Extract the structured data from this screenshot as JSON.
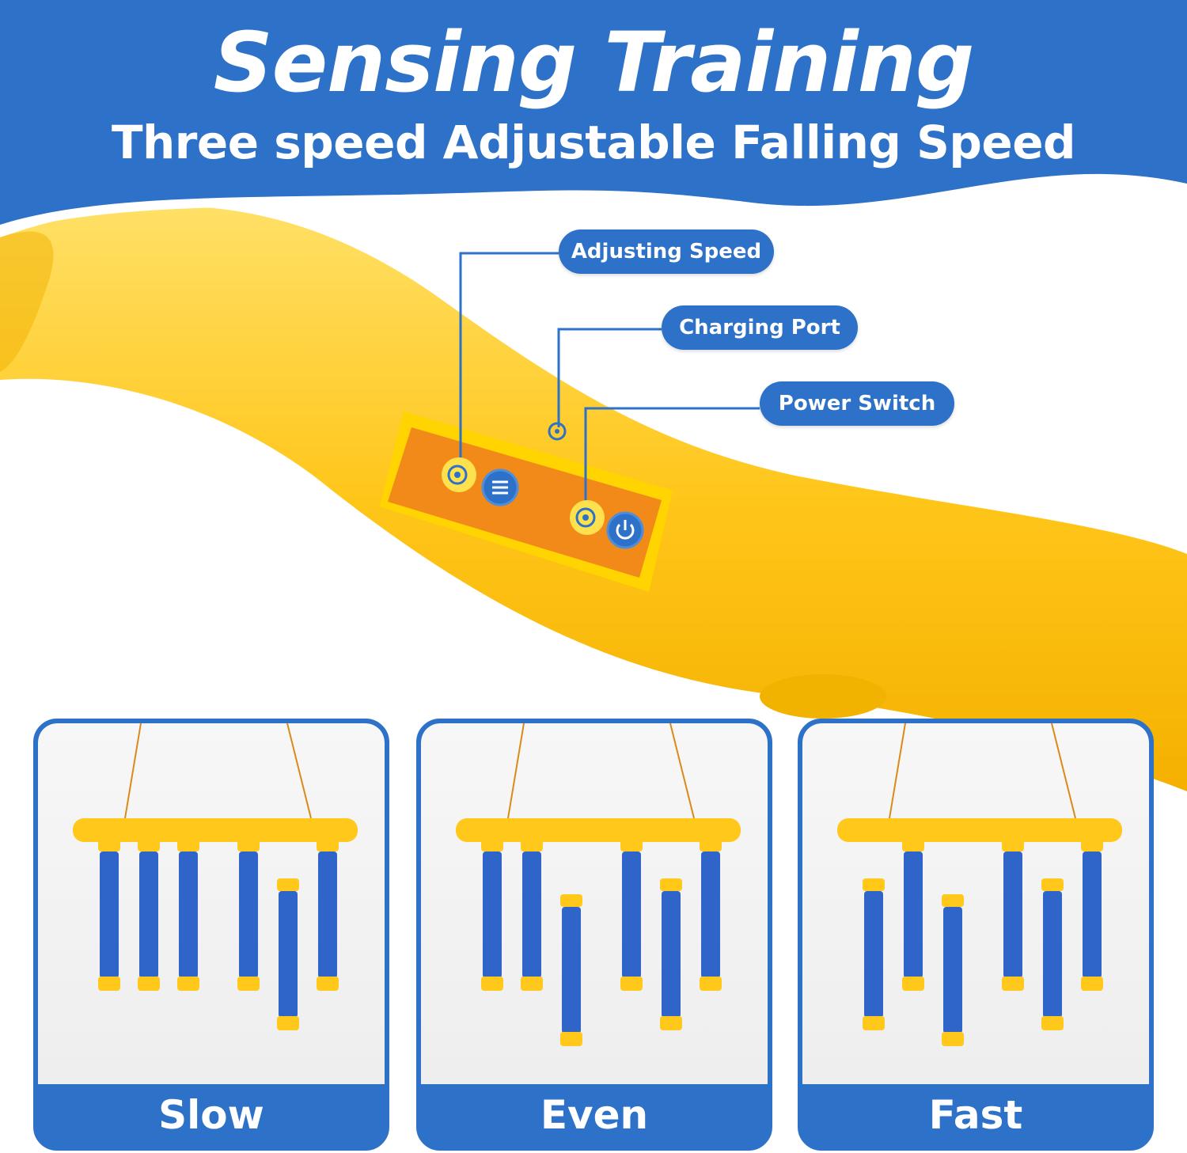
{
  "header": {
    "title": "Sensing Training",
    "subtitle": "Three speed Adjustable Falling Speed"
  },
  "callouts": {
    "adjusting_speed": "Adjusting Speed",
    "charging_port": "Charging Port",
    "power_switch": "Power Switch"
  },
  "speed_modes": [
    {
      "label": "Slow"
    },
    {
      "label": "Even"
    },
    {
      "label": "Fast"
    }
  ],
  "colors": {
    "brand_blue": "#2d71c8",
    "product_yellow": "#ffc81a",
    "panel_orange": "#f28a1a",
    "foam_blue": "#2f64c8"
  }
}
